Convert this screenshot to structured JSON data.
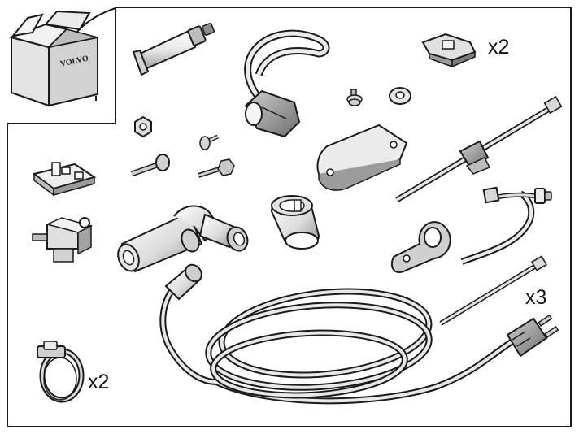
{
  "kit_box": {
    "brand": "VOLVO"
  },
  "quantities": {
    "top_right_clip": "x2",
    "cable_ties": "x3",
    "hose_clamps": "x2"
  },
  "colors": {
    "line": "#1a1a1a",
    "part_light": "#f2f2f2",
    "part_mid": "#d9d9d9",
    "part_dark": "#a8a8a8",
    "background": "#ffffff"
  },
  "icons": [
    "kit-box-icon",
    "grease-tube-icon",
    "clip-icon",
    "strap-cap-icon",
    "bolt-icon",
    "nut-icon",
    "washer-icon",
    "mounting-plate-icon",
    "cable-tie-icon",
    "screw-icon",
    "bracket-icon",
    "connector-icon",
    "heater-element-icon",
    "sleeve-icon",
    "cable-clamp-icon",
    "harness-icon",
    "power-cord-icon",
    "plug-icon",
    "hose-clamp-icon"
  ]
}
